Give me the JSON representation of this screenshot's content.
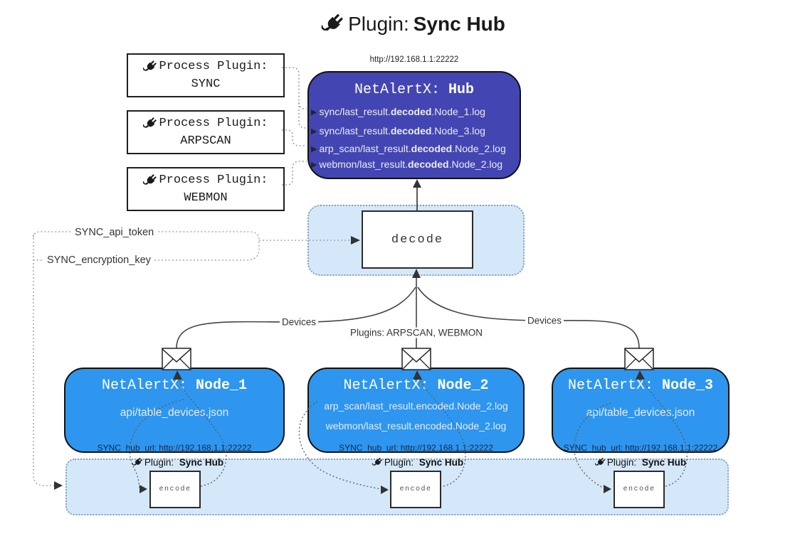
{
  "title": {
    "prefix": "Plugin:",
    "name": "Sync Hub"
  },
  "hub": {
    "url": "http://192.168.1.1:22222",
    "name_prefix": "NetAlertX:",
    "name": "Hub",
    "logs": [
      {
        "pre": "sync/last_result.",
        "mid": "decoded",
        "post": ".Node_1.log"
      },
      {
        "pre": "sync/last_result.",
        "mid": "decoded",
        "post": ".Node_3.log"
      },
      {
        "pre": "arp_scan/last_result.",
        "mid": "decoded",
        "post": ".Node_2.log"
      },
      {
        "pre": "webmon/last_result.",
        "mid": "decoded",
        "post": ".Node_2.log"
      }
    ]
  },
  "process_plugins": [
    {
      "label": "Process Plugin:",
      "name": "SYNC"
    },
    {
      "label": "Process Plugin:",
      "name": "ARPSCAN"
    },
    {
      "label": "Process Plugin:",
      "name": "WEBMON"
    }
  ],
  "decode": {
    "label": "decode"
  },
  "config": {
    "api_token": "SYNC_api_token",
    "encryption_key": "SYNC_encryption_key"
  },
  "edges": {
    "devices_left": "Devices",
    "plugins_center": "Plugins: ARPSCAN, WEBMON",
    "devices_right": "Devices"
  },
  "nodes": [
    {
      "name_prefix": "NetAlertX:",
      "name": "Node_1",
      "lines": [
        "api/table_devices.json"
      ],
      "hub_url": "SYNC_hub_url: http://192.168.1.1:22222"
    },
    {
      "name_prefix": "NetAlertX:",
      "name": "Node_2",
      "lines": [
        "arp_scan/last_result.encoded.Node_2.log",
        "webmon/last_result.encoded.Node_2.log"
      ],
      "hub_url": "SYNC_hub_url: http://192.168.1.1:22222"
    },
    {
      "name_prefix": "NetAlertX:",
      "name": "Node_3",
      "lines": [
        "api/table_devices.json"
      ],
      "hub_url": "SYNC_hub_url: http://192.168.1.1:22222"
    }
  ],
  "encoders": [
    {
      "label_prefix": "Plugin:",
      "label_name": "Sync Hub",
      "box_label": "encode"
    },
    {
      "label_prefix": "Plugin:",
      "label_name": "Sync Hub",
      "box_label": "encode"
    },
    {
      "label_prefix": "Plugin:",
      "label_name": "Sync Hub",
      "box_label": "encode"
    }
  ],
  "colors": {
    "hub_fill": "#4346b2",
    "node_fill": "#2e96ee",
    "container_fill": "#d5e8fa",
    "border_dark": "#111111",
    "log_text": "#ececec"
  }
}
